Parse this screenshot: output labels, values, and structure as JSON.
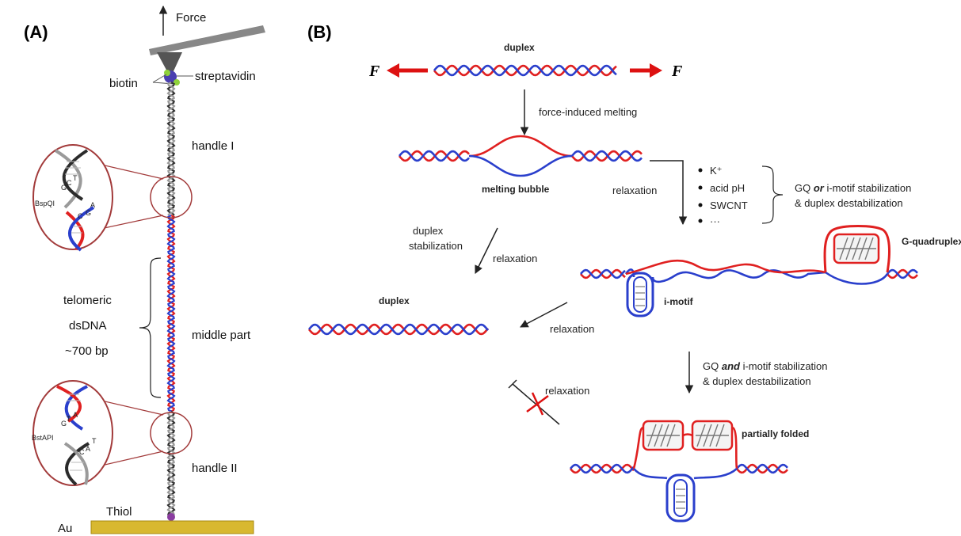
{
  "panels": {
    "a": "(A)",
    "b": "(B)"
  },
  "panel_a": {
    "force": "Force",
    "streptavidin": "streptavidin",
    "biotin": "biotin",
    "handle1": "handle I",
    "handle2": "handle II",
    "telomeric": "telomeric",
    "dsdna": "dsDNA",
    "bp": "~700 bp",
    "middle": "middle part",
    "thiol": "Thiol",
    "au": "Au",
    "site1": {
      "enzyme": "BspQI",
      "l1": "T",
      "l2": "C",
      "l3": "G",
      "l4": "A",
      "l5": "G",
      "l6": "C"
    },
    "site2": {
      "enzyme": "BstAPI",
      "l1": "A",
      "l2": "T",
      "l3": "G",
      "l4": "T",
      "l5": "A",
      "l6": "C"
    }
  },
  "panel_b": {
    "F_left": "F",
    "F_right": "F",
    "duplex_top": "duplex",
    "force_melting": "force-induced melting",
    "melting_bubble": "melting bubble",
    "relaxation_right": "relaxation",
    "conditions": [
      "K⁺",
      "acid pH",
      "SWCNT",
      "···"
    ],
    "or_line1_a": "GQ ",
    "or_line1_b": "or",
    "or_line1_c": " i-motif stabilization",
    "or_line2": "& duplex destabilization",
    "duplex_stab_1": "duplex",
    "duplex_stab_2": "stabilization",
    "relaxation_left": "relaxation",
    "gq": "G-quadruplex",
    "imotif": "i-motif",
    "duplex_mid": "duplex",
    "relaxation_mid": "relaxation",
    "and_line1_a": "GQ ",
    "and_line1_b": "and",
    "and_line1_c": " i-motif stabilization",
    "and_line2": "& duplex destabilization",
    "relaxation_blocked": "relaxation",
    "partially_folded": "partially folded"
  },
  "colors": {
    "strand_red": "#e02020",
    "strand_blue": "#2a3fcc",
    "strand_black": "#333333",
    "gold": "#d8b830",
    "arrow_red": "#dd1111"
  }
}
